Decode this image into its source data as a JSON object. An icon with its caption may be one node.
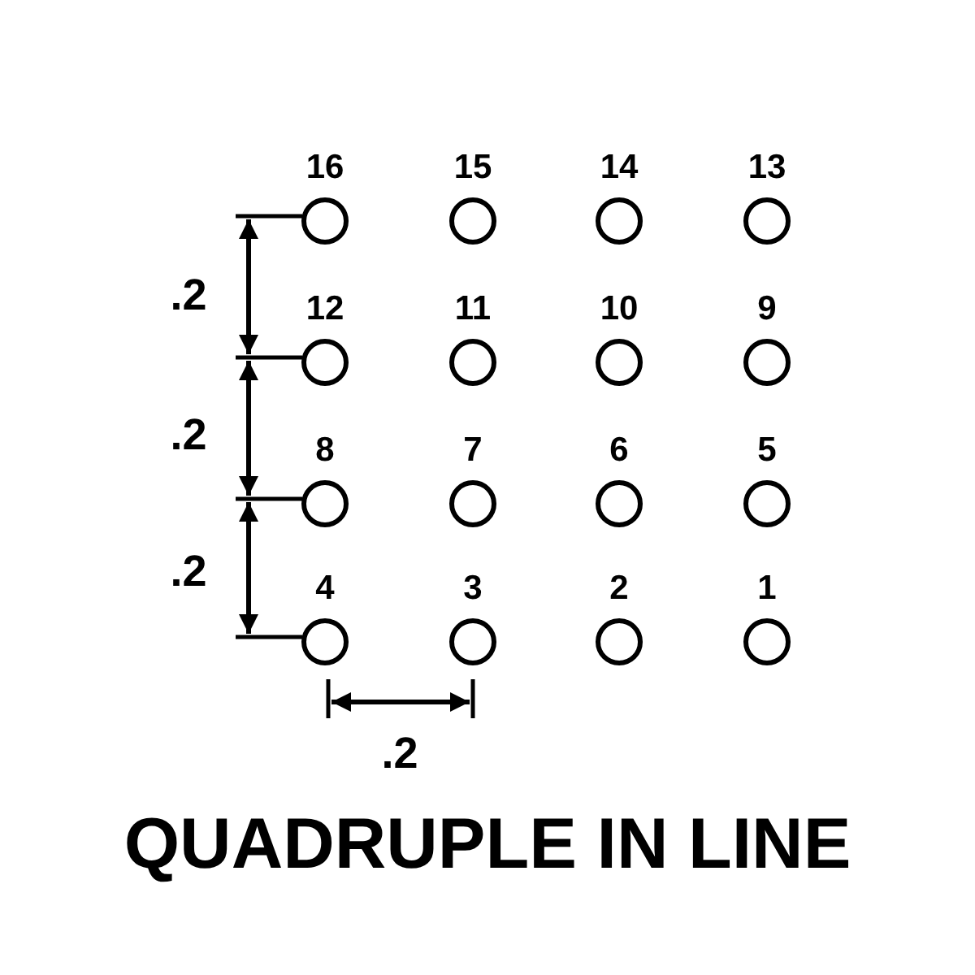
{
  "diagram": {
    "title": "QUADRUPLE IN LINE",
    "labels": [
      "16",
      "15",
      "14",
      "13",
      ".2",
      "12",
      "11",
      "10",
      "9",
      ".2",
      "8",
      "7",
      "6",
      "5",
      ".2",
      "4",
      "3",
      "2",
      "1",
      ".2"
    ]
  }
}
